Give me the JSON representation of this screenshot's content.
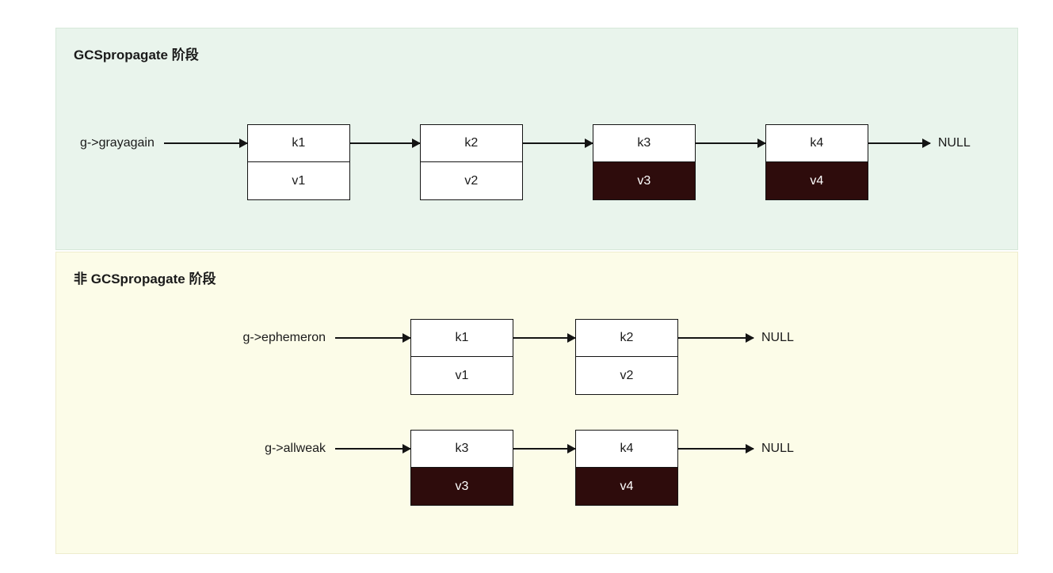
{
  "panels": {
    "propagate": {
      "title": "GCSpropagate 阶段",
      "list": {
        "label": "g->grayagain",
        "nodes": [
          {
            "key": "k1",
            "value": "v1",
            "dark": false
          },
          {
            "key": "k2",
            "value": "v2",
            "dark": false
          },
          {
            "key": "k3",
            "value": "v3",
            "dark": true
          },
          {
            "key": "k4",
            "value": "v4",
            "dark": true
          }
        ],
        "terminator": "NULL"
      }
    },
    "non_propagate": {
      "title": "非 GCSpropagate 阶段",
      "lists": [
        {
          "label": "g->ephemeron",
          "nodes": [
            {
              "key": "k1",
              "value": "v1",
              "dark": false
            },
            {
              "key": "k2",
              "value": "v2",
              "dark": false
            }
          ],
          "terminator": "NULL"
        },
        {
          "label": "g->allweak",
          "nodes": [
            {
              "key": "k3",
              "value": "v3",
              "dark": true
            },
            {
              "key": "k4",
              "value": "v4",
              "dark": true
            }
          ],
          "terminator": "NULL"
        }
      ]
    }
  },
  "colors": {
    "page_bg": "#ffffff",
    "panel_green_bg": "#e9f4ec",
    "panel_green_border": "#d6e8d9",
    "panel_yellow_bg": "#fcfce8",
    "panel_yellow_border": "#eeeccd",
    "node_bg": "#ffffff",
    "node_border": "#141414",
    "dark_cell_bg": "#2e0c0c",
    "dark_cell_text": "#ffffff",
    "arrow_color": "#141414",
    "text_color": "#1a1a1a"
  }
}
